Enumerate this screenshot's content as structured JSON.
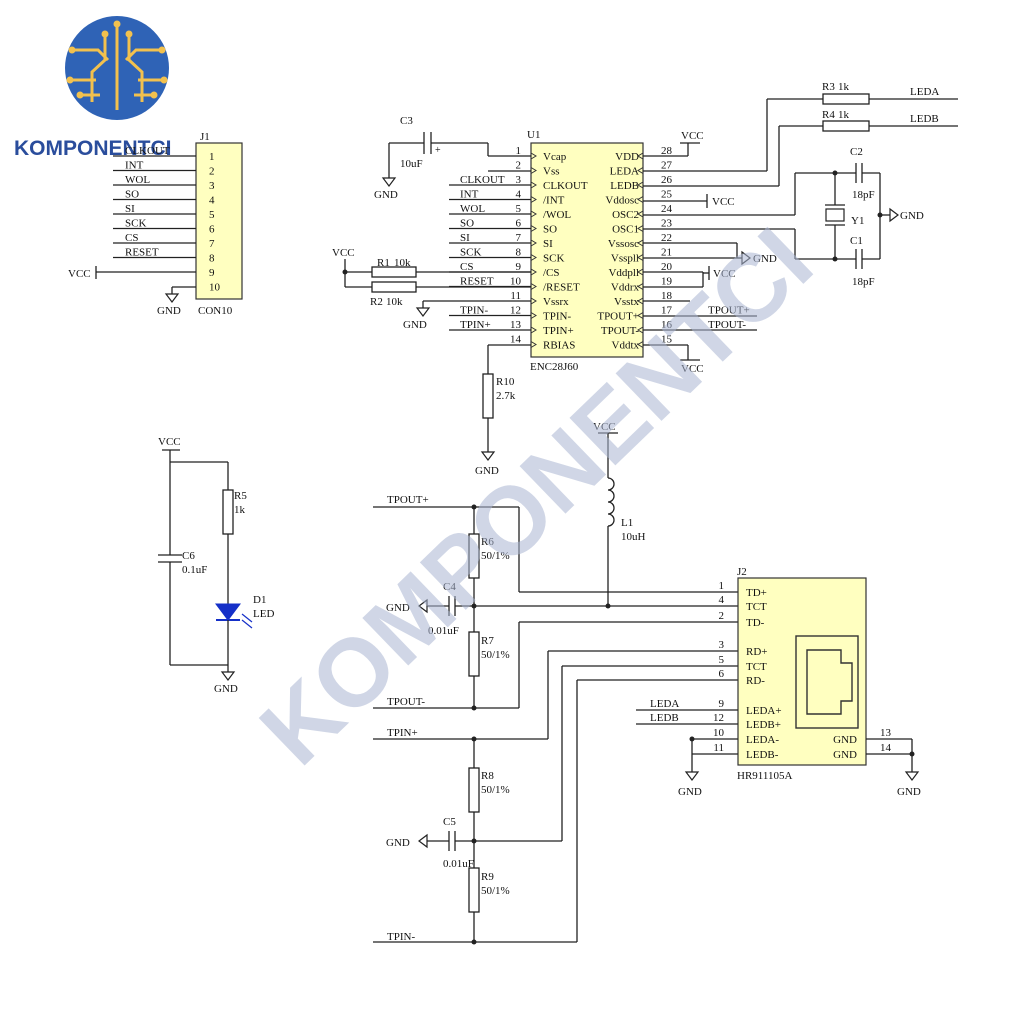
{
  "logo": {
    "text": "KOMPONENTCI"
  },
  "watermark": {
    "text": "KOMPONENTCI"
  },
  "connector": {
    "ref": "J1",
    "part": "CON10",
    "signals": [
      "CLKOUT",
      "INT",
      "WOL",
      "SO",
      "SI",
      "SCK",
      "CS",
      "RESET",
      "",
      ""
    ],
    "pins": [
      "1",
      "2",
      "3",
      "4",
      "5",
      "6",
      "7",
      "8",
      "9",
      "10"
    ],
    "vcc_label": "VCC",
    "gnd_label": "GND"
  },
  "u1": {
    "ref": "U1",
    "part": "ENC28J60",
    "left_nums": [
      "1",
      "2",
      "3",
      "4",
      "5",
      "6",
      "7",
      "8",
      "9",
      "10",
      "11",
      "12",
      "13",
      "14"
    ],
    "left_names": [
      "Vcap",
      "Vss",
      "CLKOUT",
      "/INT",
      "/WOL",
      "SO",
      "SI",
      "SCK",
      "/CS",
      "/RESET",
      "Vssrx",
      "TPIN-",
      "TPIN+",
      "RBIAS"
    ],
    "left_nets": [
      "",
      "",
      "CLKOUT",
      "INT",
      "WOL",
      "SO",
      "SI",
      "SCK",
      "CS",
      "RESET",
      "",
      "TPIN-",
      "TPIN+",
      ""
    ],
    "right_nums": [
      "28",
      "27",
      "26",
      "25",
      "24",
      "23",
      "22",
      "21",
      "20",
      "19",
      "18",
      "17",
      "16",
      "15"
    ],
    "right_names": [
      "VDD",
      "LEDA",
      "LEDB",
      "Vddosc",
      "OSC2",
      "OSC1",
      "Vssosc",
      "Vsspll",
      "Vddpll",
      "Vddrx",
      "Vsstx",
      "TPOUT+",
      "TPOUT-",
      "Vddtx"
    ],
    "right_nets": [
      "",
      "",
      "",
      "",
      "",
      "",
      "",
      "",
      "",
      "",
      "",
      "TPOUT+",
      "TPOUT-",
      ""
    ]
  },
  "parts": {
    "c3": {
      "ref": "C3",
      "value": "10uF",
      "plus": "+"
    },
    "r1": {
      "ref": "R1",
      "value": "10k"
    },
    "r2": {
      "ref": "R2",
      "value": "10k"
    },
    "r3": {
      "ref": "R3",
      "value": "1k"
    },
    "r4": {
      "ref": "R4",
      "value": "1k"
    },
    "r10": {
      "ref": "R10",
      "value": "2.7k"
    },
    "c1": {
      "ref": "C1",
      "value": "18pF"
    },
    "c2": {
      "ref": "C2",
      "value": "18pF"
    },
    "y1": {
      "ref": "Y1"
    },
    "r5": {
      "ref": "R5",
      "value": "1k"
    },
    "c6": {
      "ref": "C6",
      "value": "0.1uF"
    },
    "d1": {
      "ref": "D1",
      "value": "LED"
    },
    "l1": {
      "ref": "L1",
      "value": "10uH"
    },
    "r6": {
      "ref": "R6",
      "value": "50/1%"
    },
    "r7": {
      "ref": "R7",
      "value": "50/1%"
    },
    "r8": {
      "ref": "R8",
      "value": "50/1%"
    },
    "r9": {
      "ref": "R9",
      "value": "50/1%"
    },
    "c4": {
      "ref": "C4",
      "value": "0.01uF"
    },
    "c5": {
      "ref": "C5",
      "value": "0.01uF"
    }
  },
  "nets": {
    "vcc": "VCC",
    "gnd": "GND",
    "leda": "LEDA",
    "ledb": "LEDB",
    "tpout_p": "TPOUT+",
    "tpout_n": "TPOUT-",
    "tpin_p": "TPIN+",
    "tpin_n": "TPIN-"
  },
  "j2": {
    "ref": "J2",
    "part": "HR911105A",
    "left_nums": [
      "1",
      "4",
      "2",
      "3",
      "5",
      "6",
      "9",
      "12",
      "10",
      "11"
    ],
    "left_names": [
      "TD+",
      "TCT",
      "TD-",
      "RD+",
      "TCT",
      "RD-",
      "LEDA+",
      "LEDB+",
      "LEDA-",
      "LEDB-"
    ],
    "right_nums": [
      "13",
      "14"
    ],
    "right_names": [
      "GND",
      "GND"
    ]
  }
}
